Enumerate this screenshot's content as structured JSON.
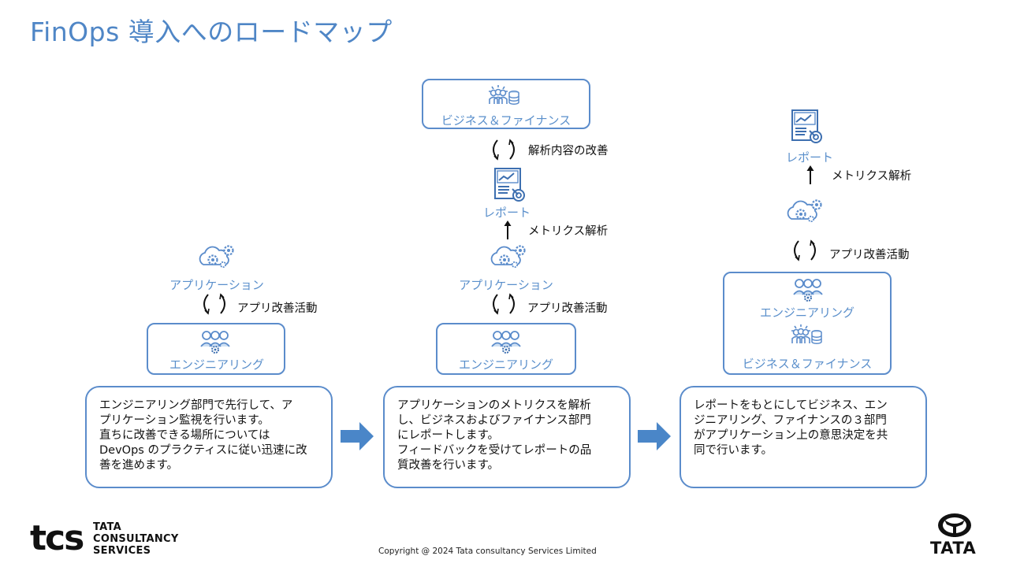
{
  "title": "FinOps 導入へのロードマップ",
  "labels": {
    "business_finance": "ビジネス＆ファイナンス",
    "report": "レポート",
    "application": "アプリケーション",
    "engineering": "エンジニアリング"
  },
  "actions": {
    "analysis_improve": "解析内容の改善",
    "metrics_analysis": "メトリクス解析",
    "app_improve": "アプリ改善活動"
  },
  "steps": [
    {
      "lines": [
        "エンジニアリング部門で先行して、ア",
        "プリケーション監視を行います。",
        "直ちに改善できる場所については",
        "DevOps のプラクティスに従い迅速に改",
        "善を進めます。"
      ]
    },
    {
      "lines": [
        "アプリケーションのメトリクスを解析",
        "し、ビジネスおよびファイナンス部門",
        "にレポートします。",
        "フィードバックを受けてレポートの品",
        "質改善を行います。"
      ]
    },
    {
      "lines": [
        "レポートをもとにしてビジネス、エン",
        "ジニアリング、ファイナンスの３部門",
        "がアプリケーション上の意思決定を共",
        "同で行います。"
      ]
    }
  ],
  "footer": {
    "copyright": "Copyright @ 2024 Tata consultancy Services Limited",
    "tcs_logo": "tcs",
    "tcs_words": [
      "TATA",
      "CONSULTANCY",
      "SERVICES"
    ],
    "tata_logo": "TATA"
  },
  "colors": {
    "accent": "#5b8ccb",
    "title": "#4f86c6",
    "arrow": "#4a86c8"
  },
  "icons": [
    "cloud-gear-icon",
    "team-gear-icon",
    "business-money-icon",
    "report-chart-icon",
    "cycle-arrows-icon",
    "up-arrow-icon",
    "right-arrow-icon"
  ]
}
